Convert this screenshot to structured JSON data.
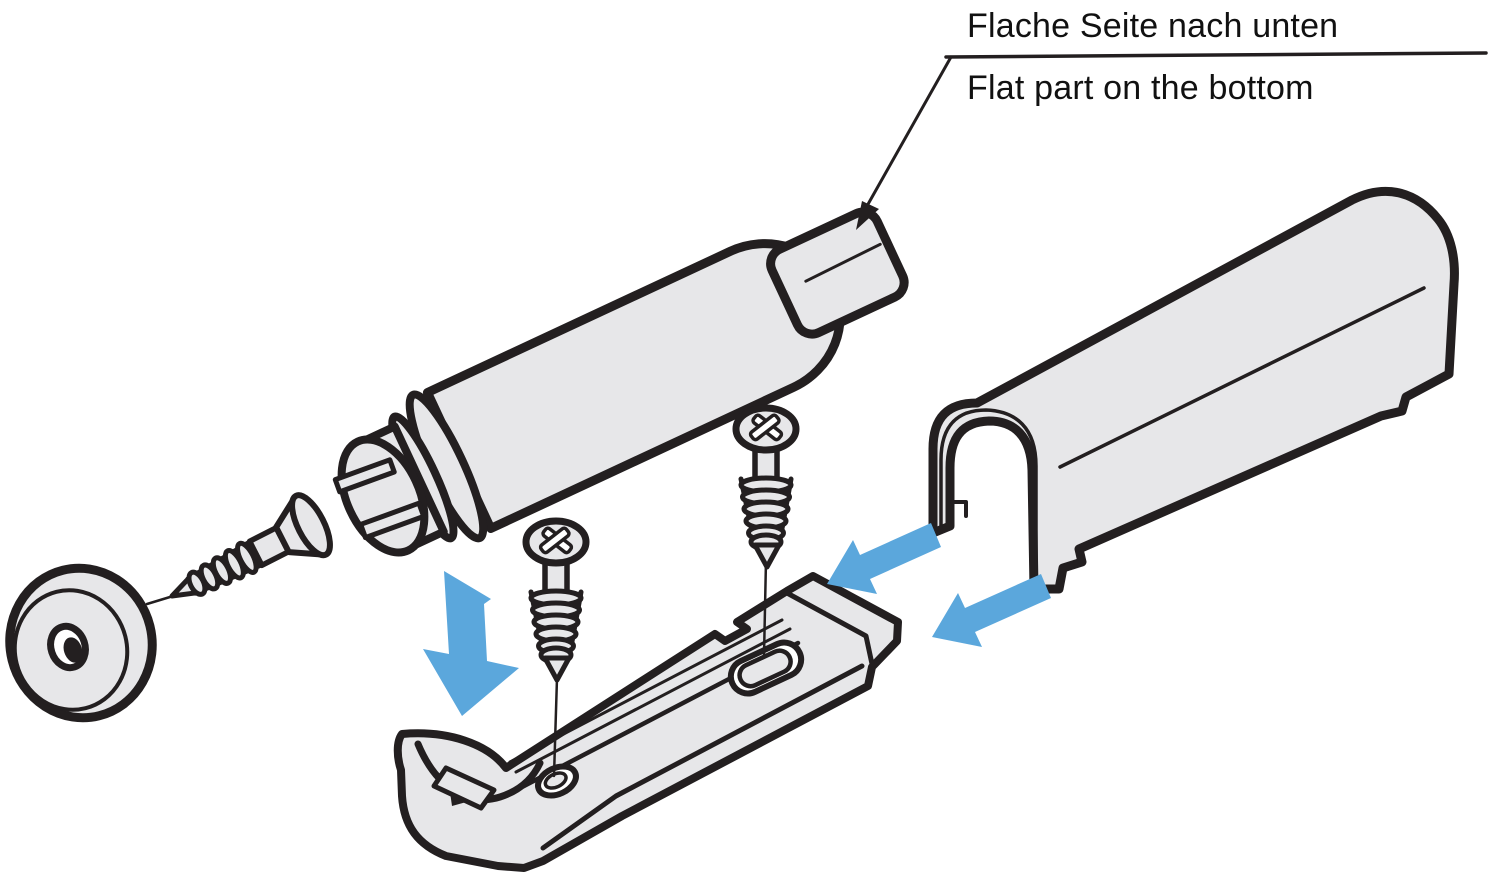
{
  "page": {
    "background": "#ffffff"
  },
  "annotation": {
    "label_de": "Flache Seite nach unten",
    "label_en": "Flat part on the bottom"
  },
  "colors": {
    "outline": "#231f20",
    "part_fill": "#e7e7e9",
    "arrow_blue": "#5ba7dc",
    "text": "#111111",
    "background": "#ffffff"
  },
  "parts": [
    {
      "id": "magnet-disc"
    },
    {
      "id": "countersunk-screw"
    },
    {
      "id": "damper-cylinder"
    },
    {
      "id": "damper-cap"
    },
    {
      "id": "plunger-flat-side"
    },
    {
      "id": "pan-head-screw-front"
    },
    {
      "id": "pan-head-screw-rear"
    },
    {
      "id": "mounting-plate"
    },
    {
      "id": "housing-cover"
    }
  ],
  "arrows": [
    {
      "id": "insert-arrow-down"
    },
    {
      "id": "slide-arrow-upper"
    },
    {
      "id": "slide-arrow-lower"
    }
  ]
}
